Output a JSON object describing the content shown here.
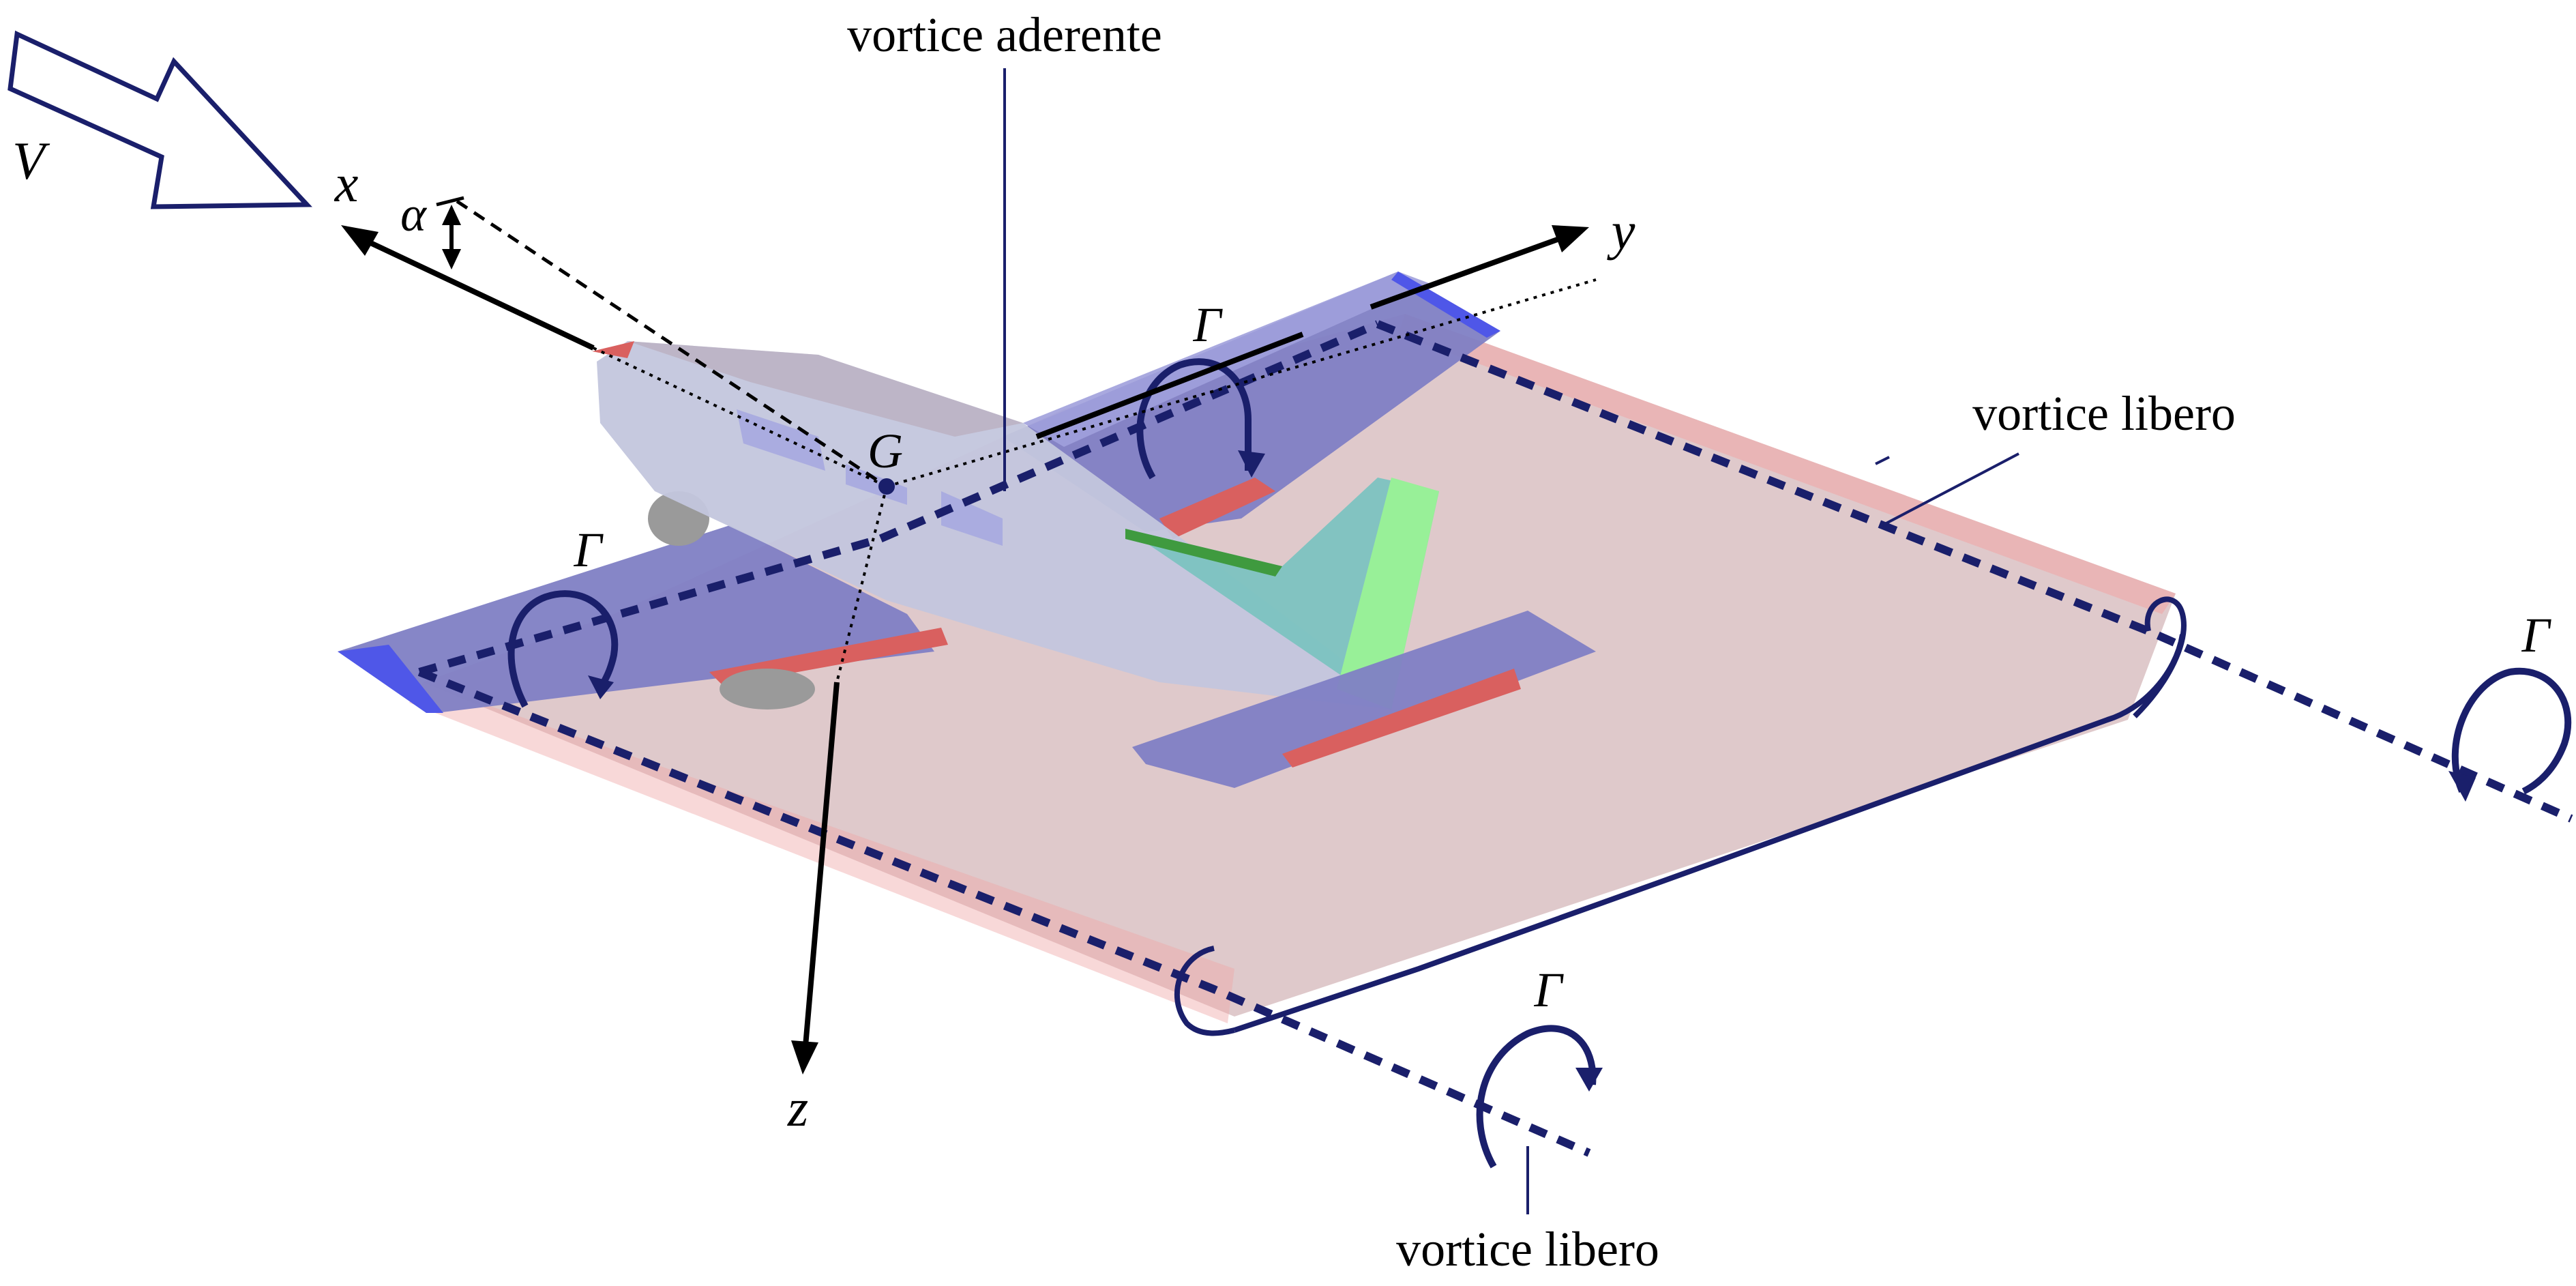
{
  "labels": {
    "bound_vortex": "vortice aderente",
    "free_vortex_right": "vortice libero",
    "free_vortex_bottom": "vortice libero",
    "velocity": "V",
    "angle_of_attack": "α",
    "axis_x": "x",
    "axis_y": "y",
    "axis_z": "z",
    "center_of_gravity": "G",
    "circulation": "Γ"
  },
  "colors": {
    "vortex_line": "#1a1f6b",
    "wing_fill": "#7f7fc4",
    "wake_fill": "#d9c0c2",
    "wake_edge": "#f0a8a8",
    "fuselage_fill": "#c3c6dd",
    "tail_fin": "#7cc3c0",
    "tail_fin_light": "#98f098",
    "tail_fin_stripe": "#3f9a3f",
    "control_surface": "#d9605f",
    "wingtip": "#4f57e8",
    "gear": "#9a9a9a",
    "axis": "#000000"
  }
}
